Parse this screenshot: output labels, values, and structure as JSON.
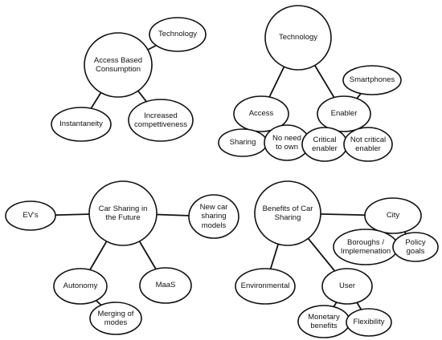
{
  "diagrams": [
    {
      "name": "access-based-consumption",
      "nodes": [
        {
          "id": "abc",
          "label": "Access Based\nConsumption"
        },
        {
          "id": "tech1",
          "label": "Technology"
        },
        {
          "id": "inst",
          "label": "Instantaneity"
        },
        {
          "id": "incr",
          "label": "Increased\ncompettiveness"
        }
      ],
      "edges": [
        [
          "abc",
          "tech1"
        ],
        [
          "abc",
          "inst"
        ],
        [
          "abc",
          "incr"
        ]
      ]
    },
    {
      "name": "technology",
      "nodes": [
        {
          "id": "tech2",
          "label": "Technology"
        },
        {
          "id": "access",
          "label": "Access"
        },
        {
          "id": "enabler",
          "label": "Enabler"
        },
        {
          "id": "smart",
          "label": "Smartphones"
        },
        {
          "id": "sharing",
          "label": "Sharing"
        },
        {
          "id": "noneed",
          "label": "No need\nto own"
        },
        {
          "id": "crit",
          "label": "Critical\nenabler"
        },
        {
          "id": "notcrit",
          "label": "Not critical\nenabler"
        }
      ],
      "edges": [
        [
          "tech2",
          "access"
        ],
        [
          "tech2",
          "enabler"
        ],
        [
          "enabler",
          "smart"
        ],
        [
          "access",
          "sharing"
        ],
        [
          "access",
          "noneed"
        ],
        [
          "enabler",
          "crit"
        ],
        [
          "enabler",
          "notcrit"
        ]
      ]
    },
    {
      "name": "car-sharing-future",
      "nodes": [
        {
          "id": "csf",
          "label": "Car Sharing in\nthe Future"
        },
        {
          "id": "evs",
          "label": "EV's"
        },
        {
          "id": "newcar",
          "label": "New car\nsharing\nmodels"
        },
        {
          "id": "auto",
          "label": "Autonomy"
        },
        {
          "id": "maas",
          "label": "MaaS"
        },
        {
          "id": "merge",
          "label": "Merging of\nmodes"
        }
      ],
      "edges": [
        [
          "csf",
          "evs"
        ],
        [
          "csf",
          "newcar"
        ],
        [
          "csf",
          "auto"
        ],
        [
          "csf",
          "maas"
        ],
        [
          "auto",
          "merge"
        ]
      ]
    },
    {
      "name": "benefits-car-sharing",
      "nodes": [
        {
          "id": "bcs",
          "label": "Benefits of Car\nSharing"
        },
        {
          "id": "city",
          "label": "City"
        },
        {
          "id": "bor",
          "label": "Boroughs /\nImplemenation"
        },
        {
          "id": "policy",
          "label": "Policy\ngoals"
        },
        {
          "id": "env",
          "label": "Environmental"
        },
        {
          "id": "user",
          "label": "User"
        },
        {
          "id": "money",
          "label": "Monetary\nbenefits"
        },
        {
          "id": "flex",
          "label": "Flexibility"
        }
      ],
      "edges": [
        [
          "bcs",
          "city"
        ],
        [
          "city",
          "bor"
        ],
        [
          "city",
          "policy"
        ],
        [
          "bcs",
          "env"
        ],
        [
          "bcs",
          "user"
        ],
        [
          "user",
          "money"
        ],
        [
          "user",
          "flex"
        ]
      ]
    }
  ]
}
